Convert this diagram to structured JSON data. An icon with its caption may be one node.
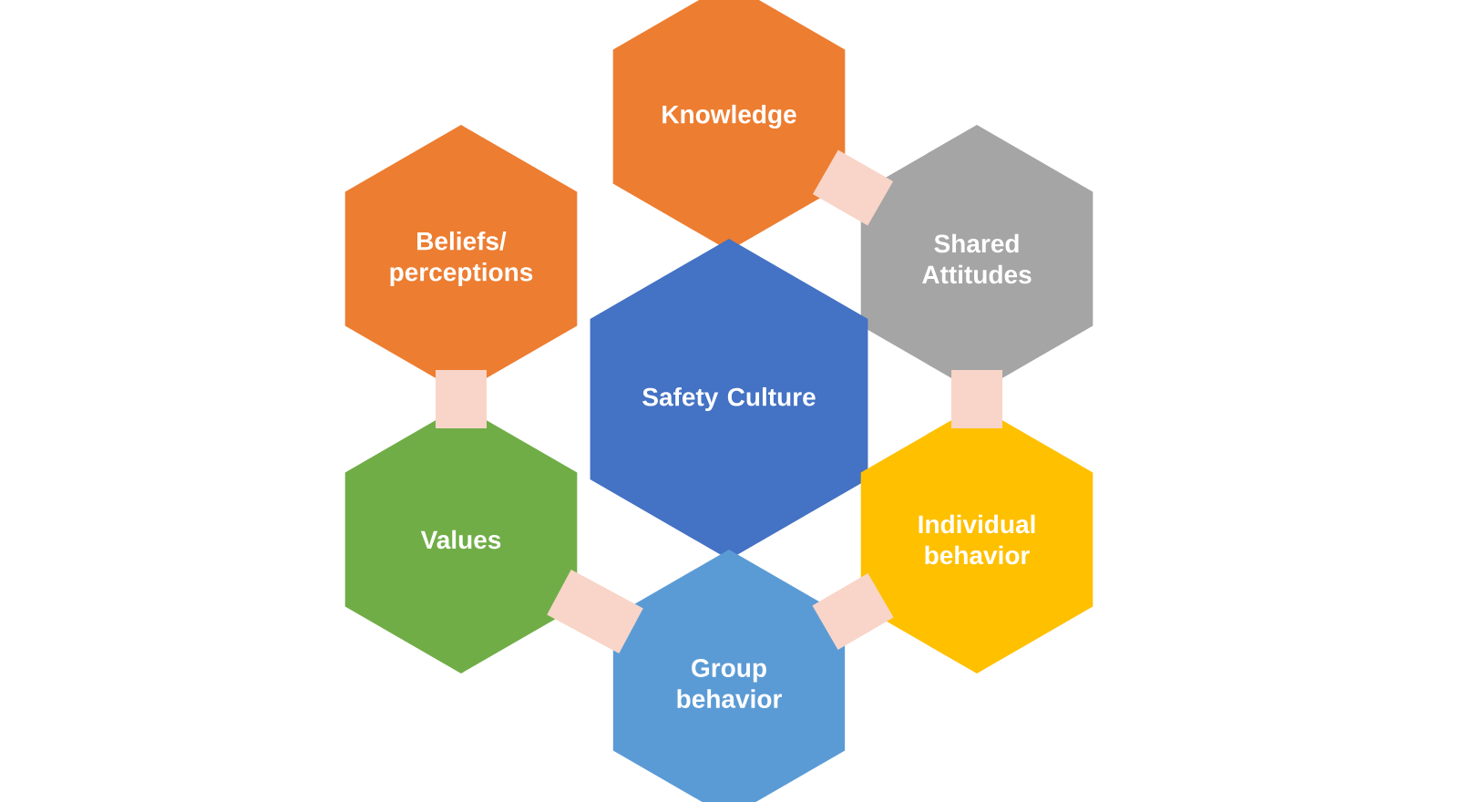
{
  "diagram": {
    "nodes": [
      {
        "text": [
          "Knowledge"
        ]
      },
      {
        "text": [
          "Beliefs/ perceptions"
        ]
      },
      {
        "text": [
          "Shared Attitudes"
        ]
      },
      {
        "text": [
          "Safety Culture"
        ]
      },
      {
        "text": [
          "Values"
        ]
      },
      {
        "text": [
          "Individual behavior"
        ]
      },
      {
        "text": [
          "Group behavior"
        ]
      }
    ],
    "edges": [
      {
        "from": 0,
        "to": 2,
        "arrow": "none"
      },
      {
        "from": 2,
        "to": 5,
        "arrow": "none"
      },
      {
        "from": 5,
        "to": 6,
        "arrow": "none"
      },
      {
        "from": 6,
        "to": 4,
        "arrow": "none"
      },
      {
        "from": 4,
        "to": 1,
        "arrow": "none"
      }
    ]
  }
}
